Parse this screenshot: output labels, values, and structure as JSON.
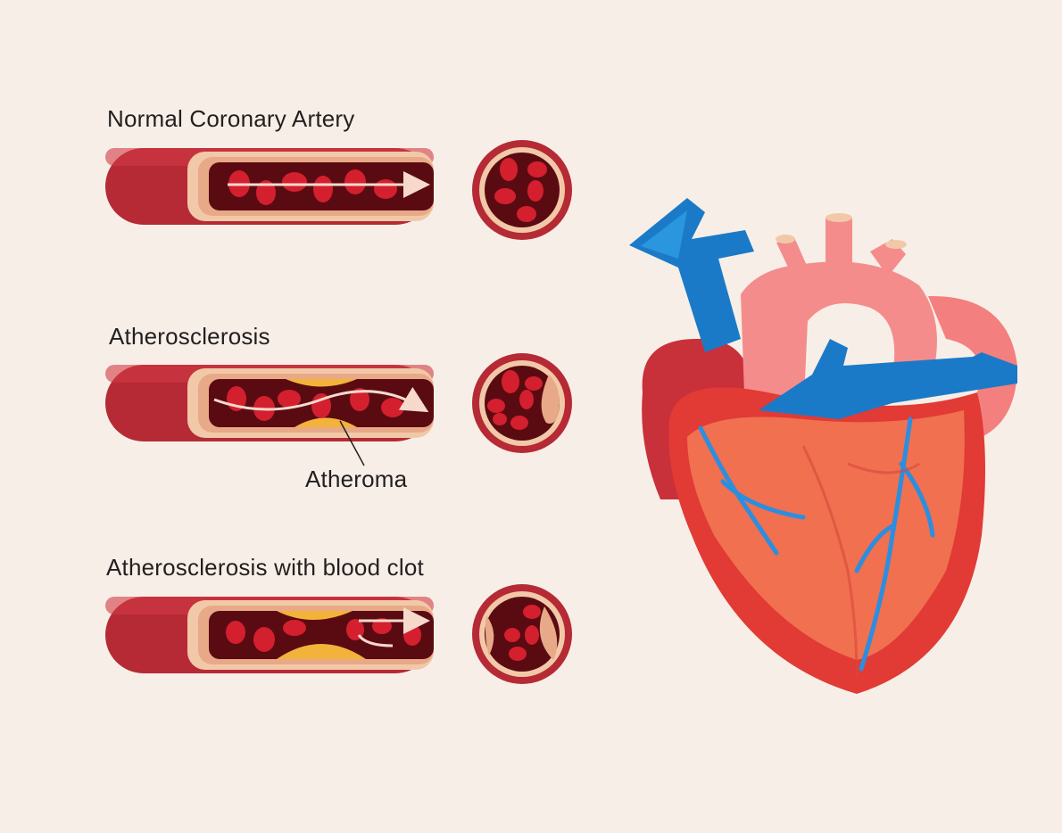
{
  "labels": {
    "normal": "Normal Coronary Artery",
    "atherosclerosis": "Atherosclerosis",
    "atheroma": "Atheroma",
    "clot": "Atherosclerosis with blood clot"
  },
  "colors": {
    "background": "#f7efe7",
    "vessel_outer": "#b52a35",
    "vessel_wall": "#f2c9a8",
    "lumen": "#5a0b12",
    "blood_cell": "#d41f2e",
    "plaque": "#f3b23a",
    "vein_blue": "#1b7ac8",
    "aorta_pink": "#f58c8c",
    "heart_red": "#e23a35"
  }
}
